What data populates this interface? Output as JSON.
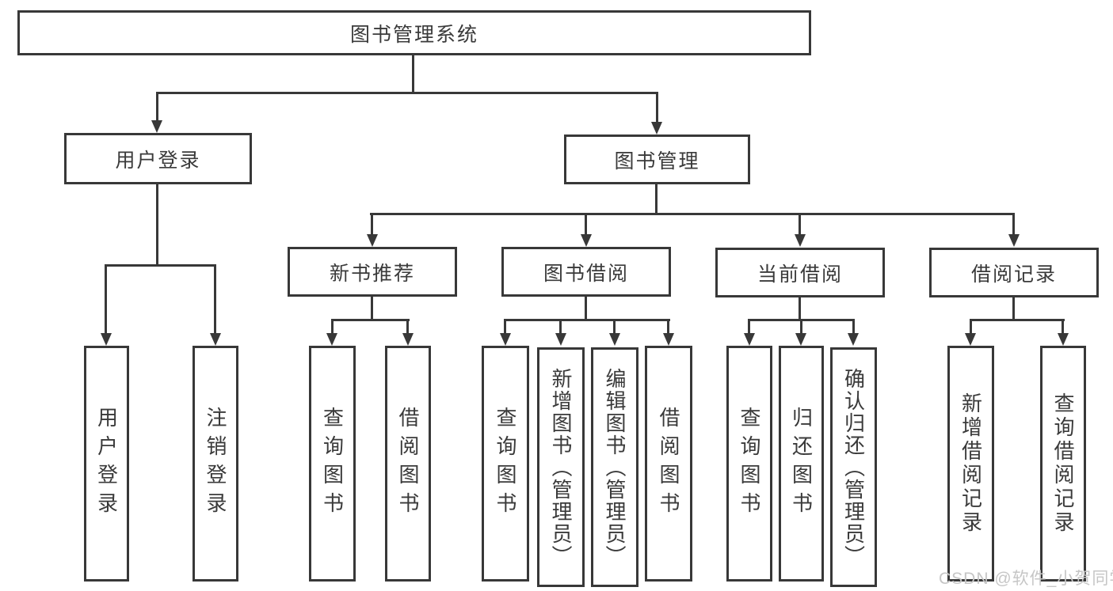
{
  "diagram": {
    "colors": {
      "line": "#383838",
      "text": "#3a3a3a",
      "watermark": "#c6c6c6",
      "background": "#ffffff"
    },
    "tree": {
      "label": "图书管理系统",
      "children": [
        {
          "label": "用户登录",
          "children": [
            {
              "label": "用户登录"
            },
            {
              "label": "注销登录"
            }
          ]
        },
        {
          "label": "图书管理",
          "children": [
            {
              "label": "新书推荐",
              "children": [
                {
                  "label": "查询图书"
                },
                {
                  "label": "借阅图书"
                }
              ]
            },
            {
              "label": "图书借阅",
              "children": [
                {
                  "label": "查询图书"
                },
                {
                  "label": "新增图书（管理员）"
                },
                {
                  "label": "编辑图书（管理员）"
                },
                {
                  "label": "借阅图书"
                }
              ]
            },
            {
              "label": "当前借阅",
              "children": [
                {
                  "label": "查询图书"
                },
                {
                  "label": "归还图书"
                },
                {
                  "label": "确认归还（管理员）"
                }
              ]
            },
            {
              "label": "借阅记录",
              "children": [
                {
                  "label": "新增借阅记录"
                },
                {
                  "label": "查询借阅记录"
                }
              ]
            }
          ]
        }
      ]
    },
    "watermark": "CSDN @软件_小贺同学"
  }
}
